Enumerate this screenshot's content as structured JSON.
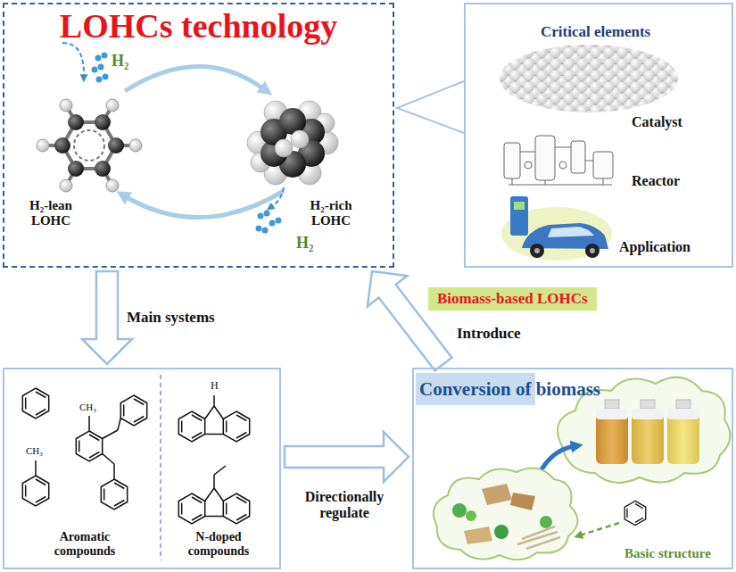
{
  "diagram": {
    "nodes": [
      {
        "text": [
          "LOHCs technology",
          "H₂",
          "H₂-lean LOHC",
          "H₂-rich LOHC",
          "H₂"
        ]
      },
      {
        "text": [
          "Critical elements",
          "Catalyst",
          "Reactor",
          "Application"
        ]
      },
      {
        "text": [
          "Aromatic compounds",
          "N-doped compounds"
        ]
      },
      {
        "text": [
          "Basic structure"
        ]
      },
      {
        "text": [
          "Conversion of biomass"
        ],
        "in": 3
      },
      {
        "text": [
          "Biomass-based LOHCs"
        ]
      }
    ],
    "edges": [
      {
        "from": 1,
        "to": 0,
        "arrow": "none"
      },
      {
        "from": 0,
        "to": 2,
        "arrow": "to",
        "label": "Main systems"
      },
      {
        "from": 2,
        "to": 3,
        "arrow": "to",
        "label": "Directionally regulate"
      },
      {
        "from": 3,
        "to": 0,
        "arrow": "to",
        "label": "Introduce"
      }
    ],
    "labels": [
      "H",
      "CH₃",
      "CH₃"
    ]
  }
}
